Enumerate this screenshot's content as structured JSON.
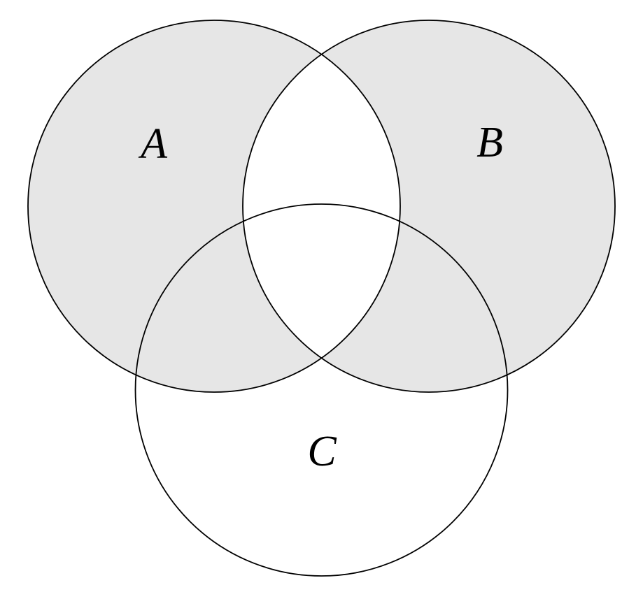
{
  "diagram": {
    "type": "venn-3-circles",
    "sets": [
      {
        "label": "A",
        "shaded": true
      },
      {
        "label": "B",
        "shaded": true
      },
      {
        "label": "C",
        "shaded": false
      }
    ],
    "shaded_region": "(A ∪ B) \\ (A ∩ B)",
    "colors": {
      "shade": "#e6e6e6",
      "stroke": "#000000",
      "background": "#ffffff"
    }
  }
}
